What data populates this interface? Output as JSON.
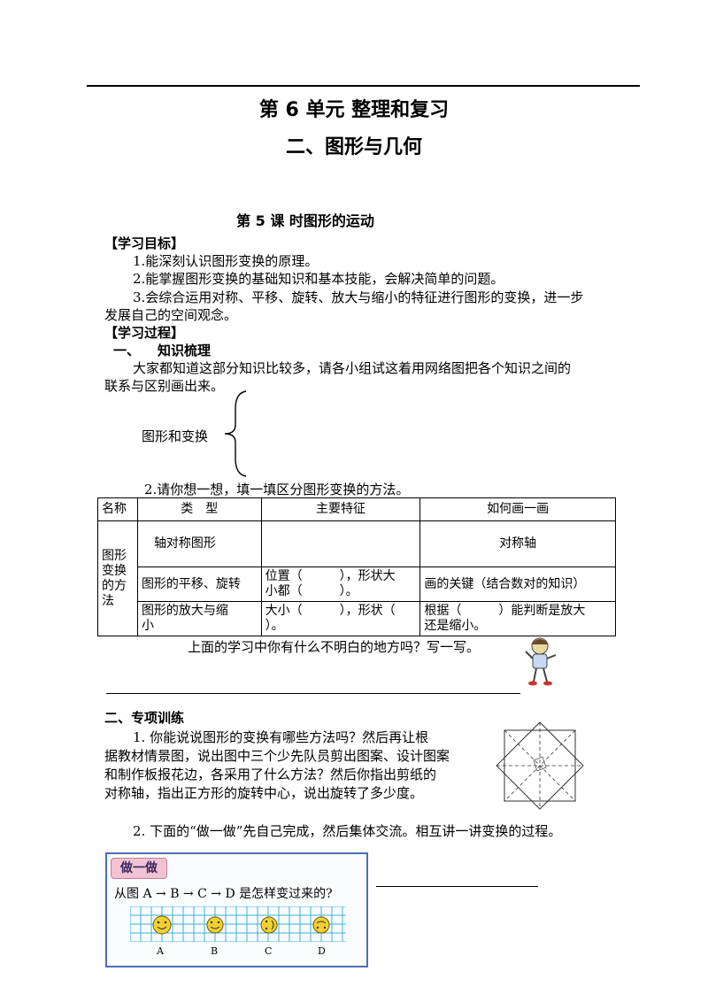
{
  "header": {
    "unit_title": "第 6 单元    整理和复习",
    "section_title": "二、图形与几何",
    "lesson_title": "第 5 课    时图形的运动"
  },
  "goals": {
    "heading": "【学习目标】",
    "items": [
      "1.能深刻认识图形变换的原理。",
      "2.能掌握图形变换的基础知识和基本技能，会解决简单的问题。",
      "3.会综合运用对称、平移、旋转、放大与缩小的特征进行图形的变换，进一步",
      "发展自己的空间观念。"
    ]
  },
  "process": {
    "heading": "【学习过程】",
    "part1_num": "一、",
    "part1_title": "知识梳理",
    "intro_line1": "大家都知道这部分知识比较多，请各小组试这着用网络图把各个知识之间的",
    "intro_line2": "联系与区别画出来。",
    "brace_label": "图形和变换",
    "q2": "2.请你想一想，填一填区分图形变换的方法。"
  },
  "table": {
    "headers": [
      "名称",
      "类　型",
      "主要特征",
      "如何画一画"
    ],
    "row_label": [
      "图形",
      "变换",
      "的方",
      "法"
    ],
    "rows": [
      {
        "type": "轴对称图形",
        "feature": "",
        "draw": "对称轴"
      },
      {
        "type": "图形的平移、旋转",
        "feature_a": "位置（　　　），形状大",
        "feature_b": "小都（　　　）。",
        "draw": "画的关键（结合数对的知识）"
      },
      {
        "type_a": "图形的放大与缩",
        "type_b": "小",
        "feature_a": "大小（　　　），形状（",
        "feature_b": "）。",
        "draw_a": "根据（　　　）能判断是放大",
        "draw_b": "还是缩小。"
      }
    ]
  },
  "question_after_table": "上面的学习中你有什么不明白的地方吗？写一写。",
  "part2": {
    "heading": "二、专项训练",
    "q1_lines": [
      "1.  你能说说图形的变换有哪些方法吗？然后再让根",
      "据教材情景图，说出图中三个少先队员剪出图案、设计图案",
      "和制作板报花边，各采用了什么方法？然后你指出剪纸的",
      "对称轴，指出正方形的旋转中心，说出旋转了多少度。"
    ],
    "q2": "2.  下面的“做一做”先自己完成，然后集体交流。相互讲一讲变换的过程。"
  },
  "exercise": {
    "badge": "做一做",
    "prompt": "从图 A → B → C → D 是怎样变过来的?",
    "labels": [
      "A",
      "B",
      "C",
      "D"
    ]
  },
  "colors": {
    "panel_border": "#4a6fb5",
    "grid": "#35b2d6",
    "face": "#f2d030",
    "badge": "#f3c3d3"
  }
}
